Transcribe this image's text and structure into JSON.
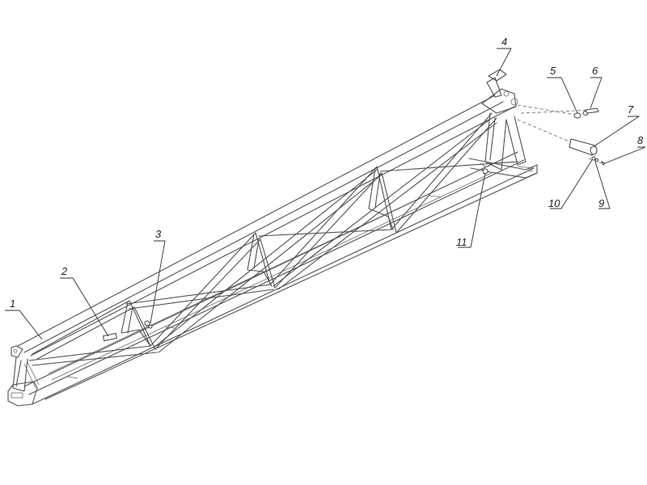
{
  "callouts": [
    {
      "id": "c1",
      "label": "1"
    },
    {
      "id": "c2",
      "label": "2"
    },
    {
      "id": "c3",
      "label": "3"
    },
    {
      "id": "c4",
      "label": "4"
    },
    {
      "id": "c5",
      "label": "5"
    },
    {
      "id": "c6",
      "label": "6"
    },
    {
      "id": "c7",
      "label": "7"
    },
    {
      "id": "c8",
      "label": "8"
    },
    {
      "id": "c9",
      "label": "9"
    },
    {
      "id": "c10",
      "label": "10"
    },
    {
      "id": "c11",
      "label": "11"
    }
  ],
  "colors": {
    "line": "#505050",
    "text": "#222222",
    "background": "#ffffff"
  }
}
